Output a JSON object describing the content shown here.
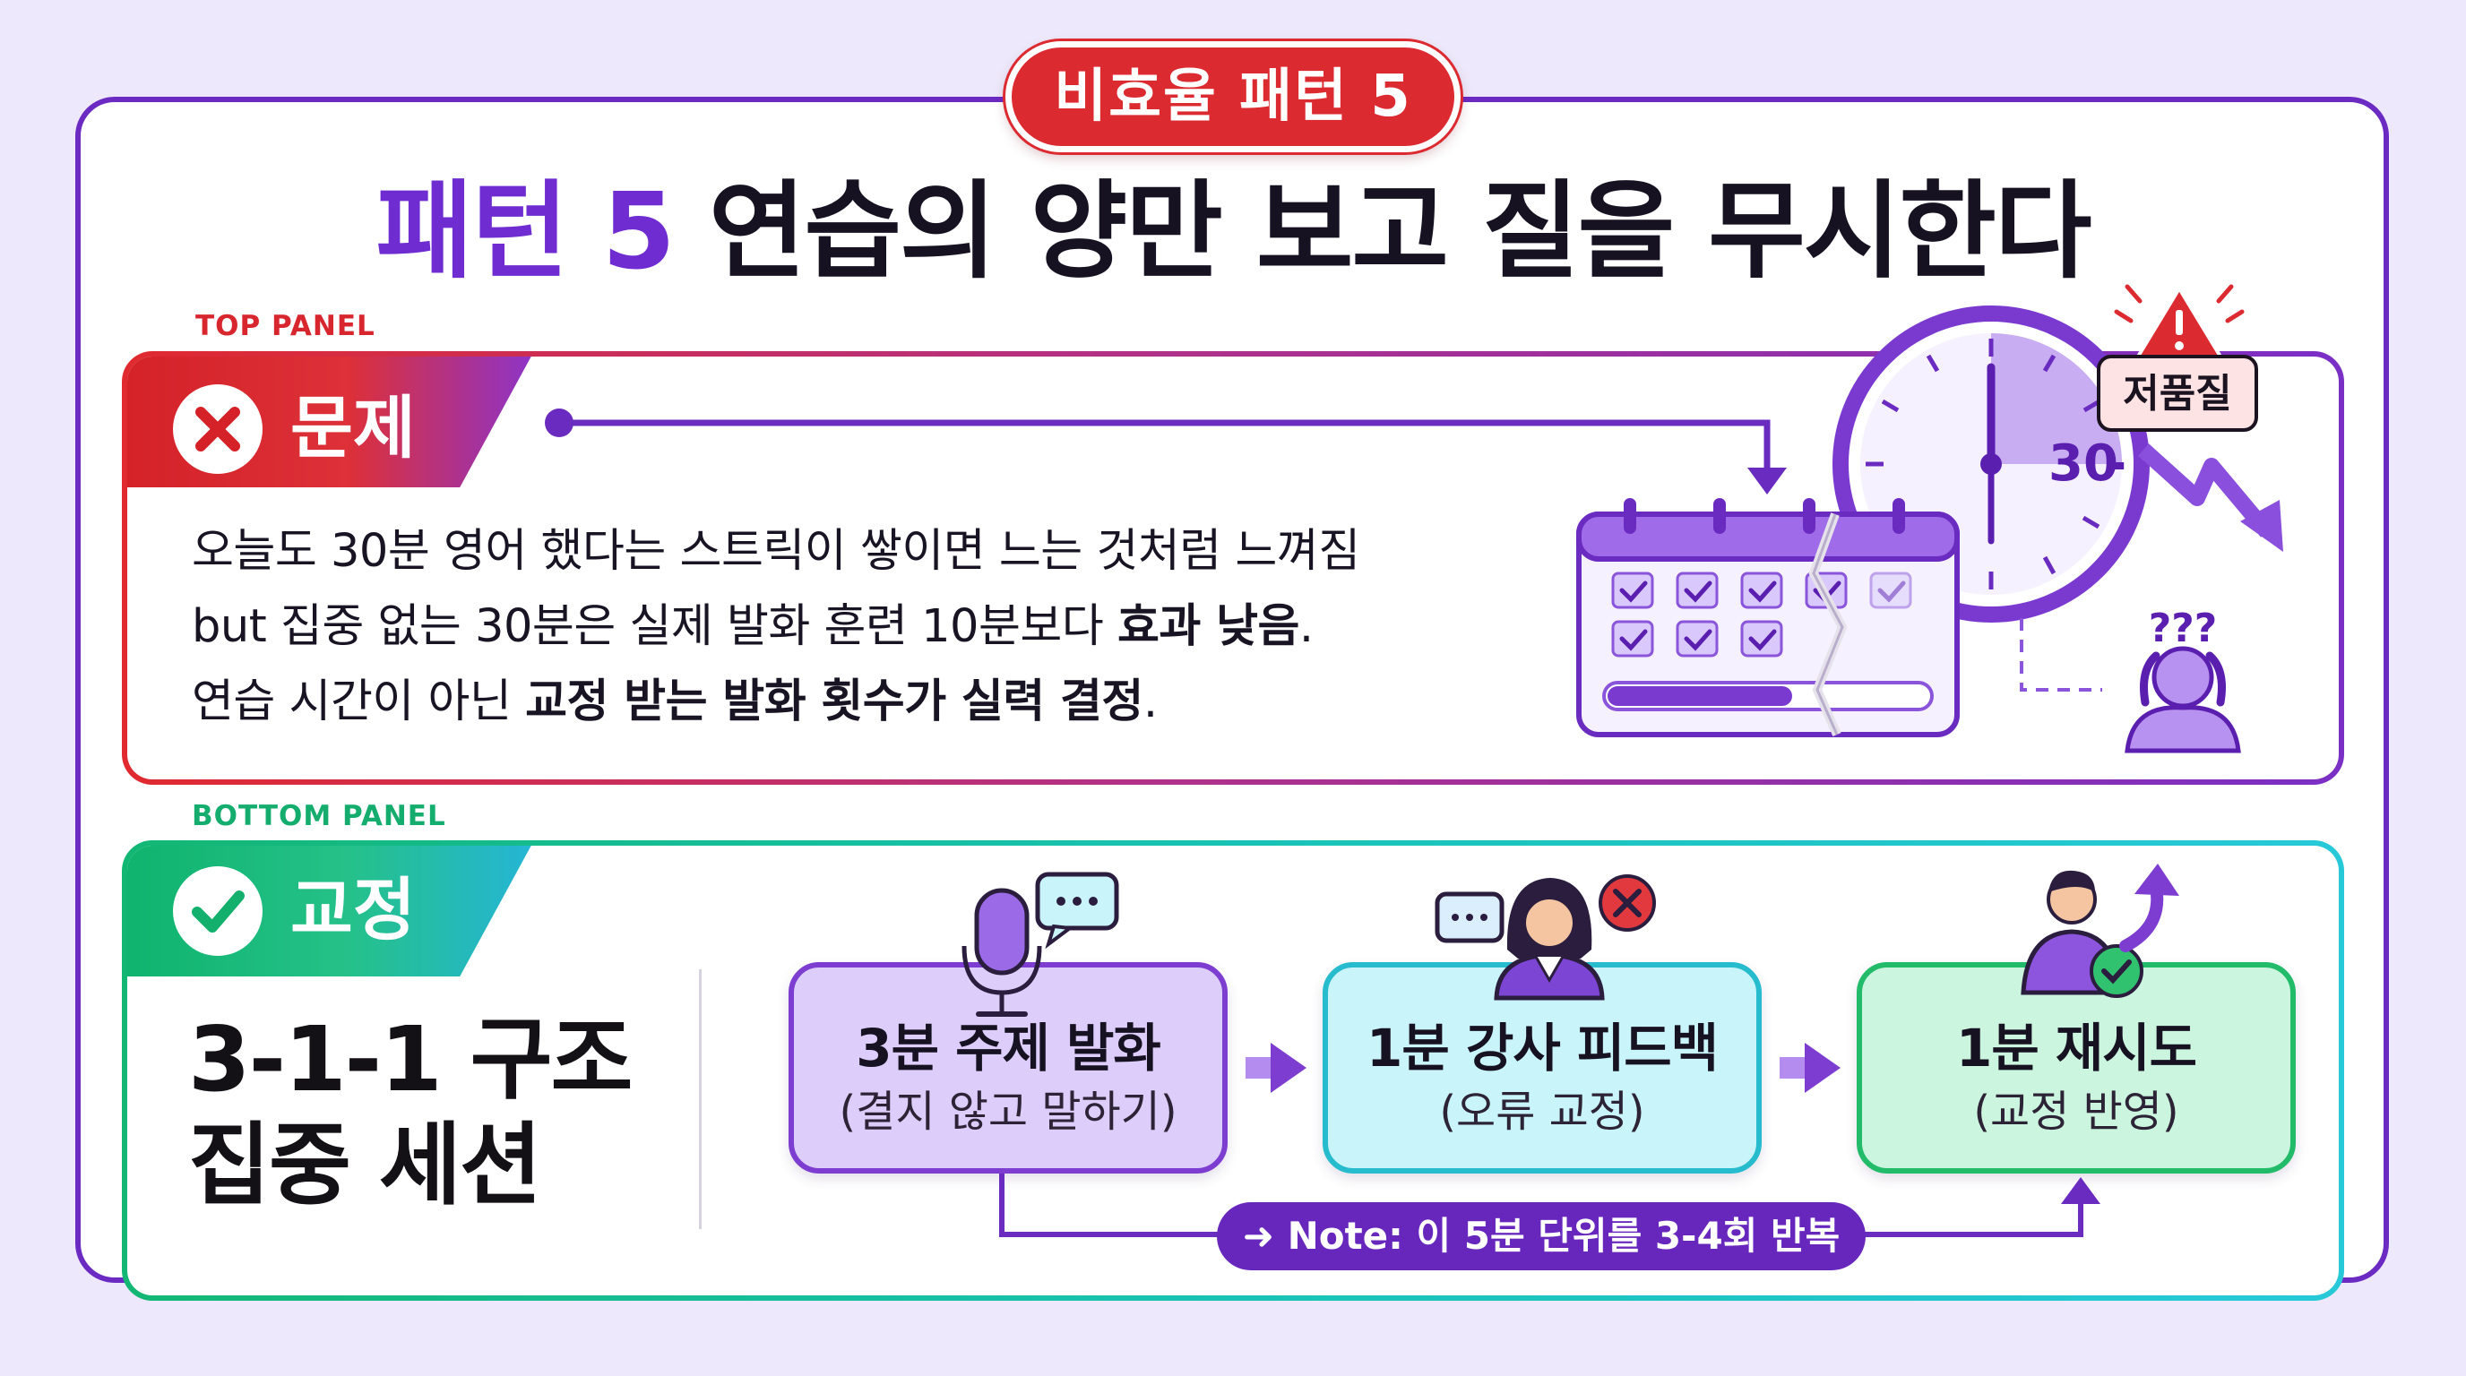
{
  "badge": "비효율 패턴 5",
  "title": {
    "accent": "패턴 5",
    "rest": " 연습의 양만 보고 질을 무시한다"
  },
  "top": {
    "tag": "TOP PANEL",
    "header": "문제",
    "lines": [
      {
        "pre": "오늘도 30분 영어 했다는 스트릭이 쌓이면 느는 것처럼 느껴짐",
        "bold": "",
        "post": ""
      },
      {
        "pre": "but 집중 없는 30분은 실제 발화 훈련 10분보다 ",
        "bold": "효과 낮음",
        "post": "."
      },
      {
        "pre": "연습 시간이 아닌 ",
        "bold": "교정 받는 발화 횟수가 실력 결정",
        "post": "."
      }
    ],
    "clock_label": "30",
    "low_quality": "저품질",
    "confused": "???"
  },
  "bottom": {
    "tag": "BOTTOM PANEL",
    "header": "교정",
    "label_line1": "3-1-1 구조",
    "label_line2": "집중 세션",
    "steps": [
      {
        "title": "3분 주제 발화",
        "sub": "(결지 않고 말하기)"
      },
      {
        "title": "1분 강사 피드백",
        "sub": "(오류 교정)"
      },
      {
        "title": "1분 재시도",
        "sub": "(교정 반영)"
      }
    ],
    "note": "Note: 이 5분 단위를 3-4회 반복"
  },
  "colors": {
    "accent_purple": "#6f2cd0",
    "problem_red": "#dc2a31",
    "fix_green": "#13b774",
    "fix_teal": "#26bccd"
  }
}
